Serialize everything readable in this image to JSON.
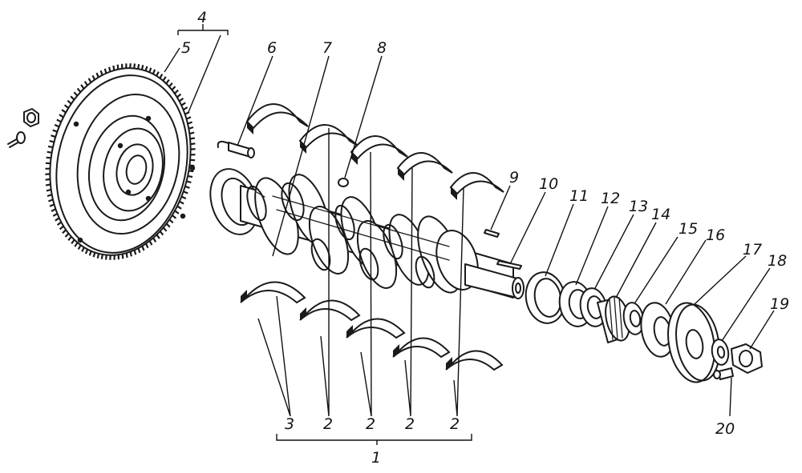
{
  "labels": {
    "l1": "1",
    "l2a": "2",
    "l2b": "2",
    "l2c": "2",
    "l2d": "2",
    "l3": "3",
    "l4": "4",
    "l5": "5",
    "l6": "6",
    "l7": "7",
    "l8": "8",
    "l9": "9",
    "l10": "10",
    "l11": "11",
    "l12": "12",
    "l13": "13",
    "l14": "14",
    "l15": "15",
    "l16": "16",
    "l17": "17",
    "l18": "18",
    "l19": "19",
    "l20": "20"
  },
  "colors": {
    "ink": "#1a1a1a",
    "paper": "#ffffff"
  }
}
